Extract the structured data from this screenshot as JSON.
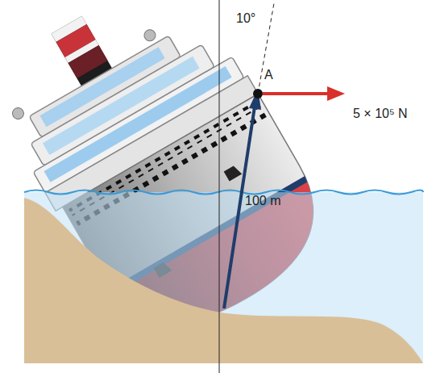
{
  "diagram": {
    "labels": [
      "10°",
      "A",
      "5 × 10⁵ N",
      "100 m"
    ]
  }
}
